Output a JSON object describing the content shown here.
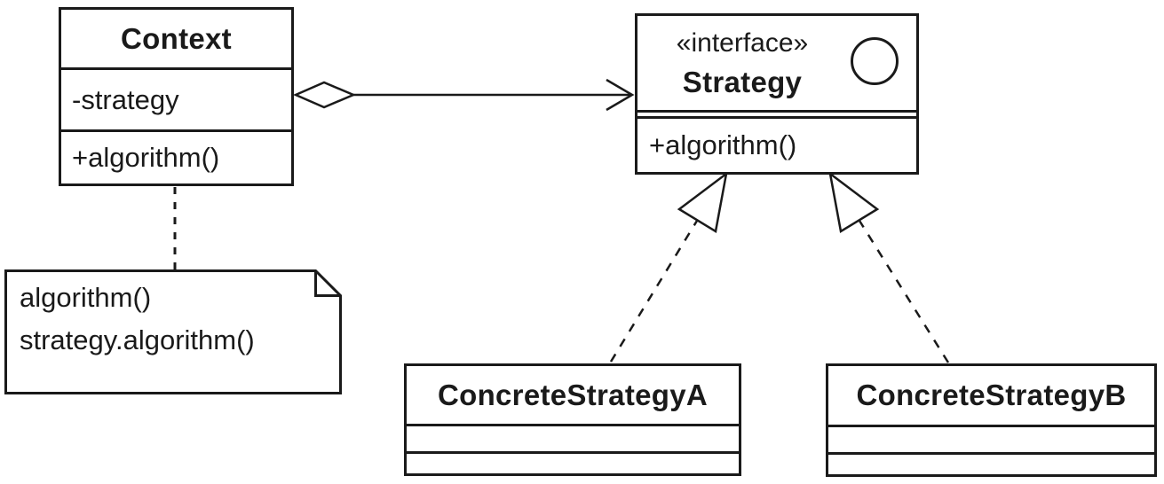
{
  "diagram": {
    "kind": "uml-class-diagram",
    "pattern": "Strategy",
    "classes": {
      "context": {
        "name": "Context",
        "attribute": "-strategy",
        "method": "+algorithm()"
      },
      "strategy": {
        "stereotype": "«interface»",
        "name": "Strategy",
        "method": "+algorithm()"
      },
      "concreteA": {
        "name": "ConcreteStrategyA"
      },
      "concreteB": {
        "name": "ConcreteStrategyB"
      }
    },
    "note": {
      "line1": "algorithm()",
      "line2": "strategy.algorithm()"
    },
    "relations": {
      "aggregation": "Context has-a Strategy (hollow diamond, open arrow)",
      "realizationA": "ConcreteStrategyA implements Strategy (dashed, hollow triangle)",
      "realizationB": "ConcreteStrategyB implements Strategy (dashed, hollow triangle)",
      "note_link": "dashed line from Context to note"
    },
    "icons": {
      "interface_circle": "○"
    },
    "colors": {
      "stroke": "#1a1a1a",
      "fill": "#ffffff",
      "text": "#1a1a1a",
      "background": "#ffffff"
    }
  }
}
